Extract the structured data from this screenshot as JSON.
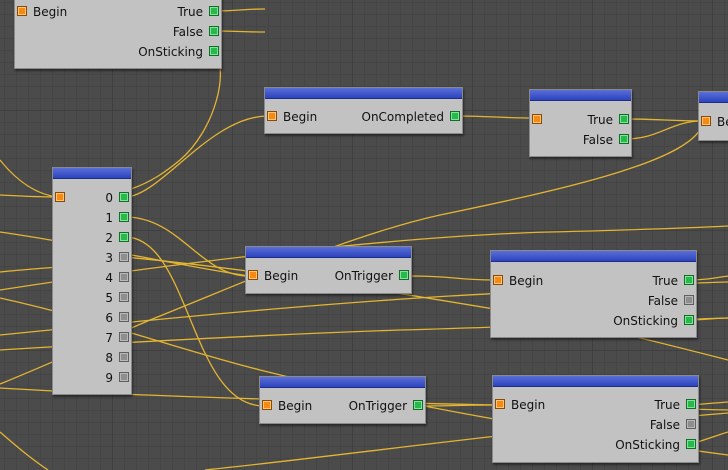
{
  "canvas": {
    "wire_color": "#e4b531",
    "header_color": "#3a52c9",
    "node_color": "#c2c2c2"
  },
  "nodes": {
    "top_left": {
      "input": "Begin",
      "outputs": [
        "True",
        "False",
        "OnSticking"
      ]
    },
    "completed": {
      "input": "Begin",
      "output": "OnCompleted"
    },
    "condition_top": {
      "outputs": [
        "True",
        "False"
      ]
    },
    "edge_right": {
      "input": "Be"
    },
    "switch": {
      "outputs": [
        "0",
        "1",
        "2",
        "3",
        "4",
        "5",
        "6",
        "7",
        "8",
        "9"
      ]
    },
    "trigger_a": {
      "input": "Begin",
      "output": "OnTrigger"
    },
    "trigger_b": {
      "input": "Begin",
      "output": "OnTrigger"
    },
    "sticky_a": {
      "input": "Begin",
      "outputs": [
        "True",
        "False",
        "OnSticking"
      ]
    },
    "sticky_b": {
      "input": "Begin",
      "outputs": [
        "True",
        "False",
        "OnSticking"
      ]
    }
  }
}
